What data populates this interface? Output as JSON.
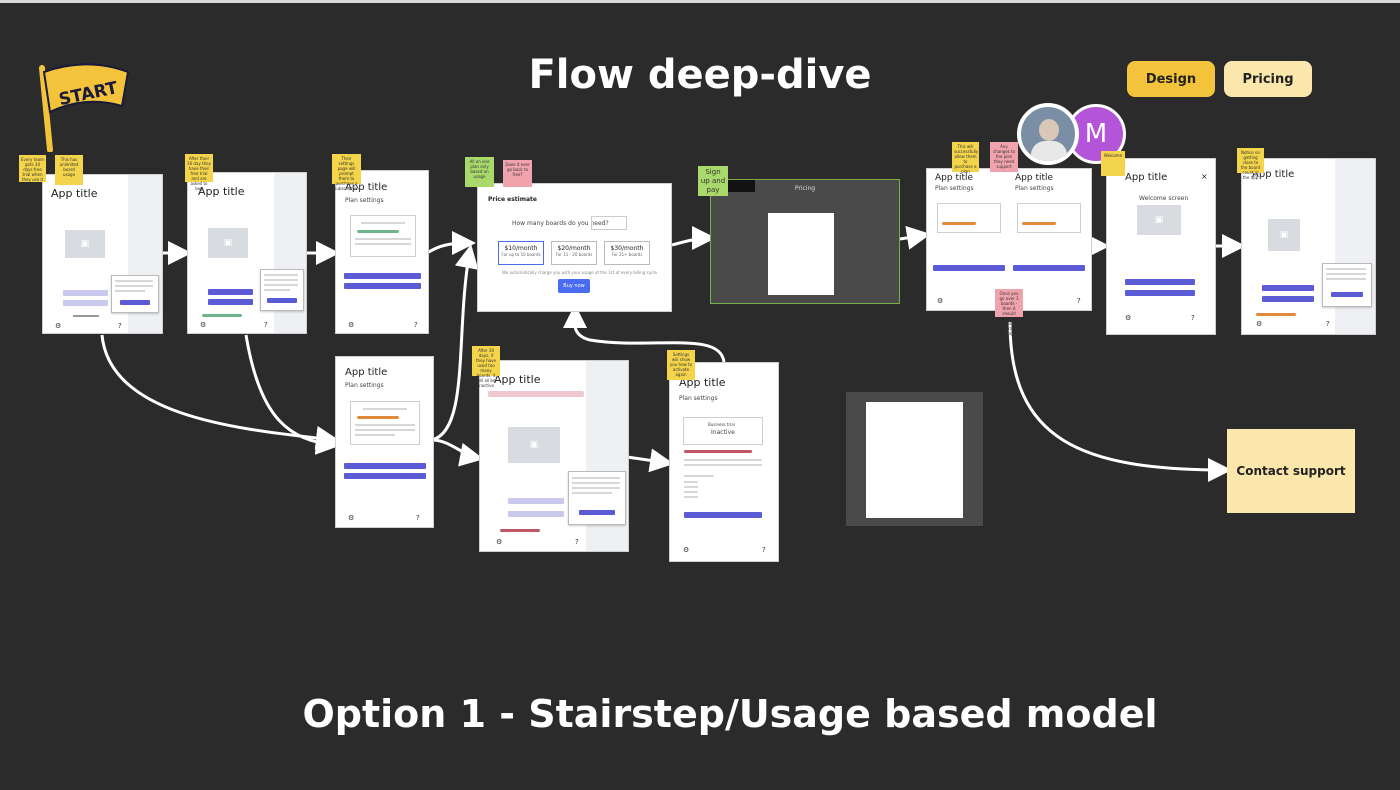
{
  "board": {
    "title_top": "Flow deep-dive",
    "title_bottom": "Option 1 - Stairstep/Usage based model",
    "tags": {
      "design": "Design",
      "pricing": "Pricing"
    },
    "start_flag": "START",
    "contact_support": "Contact support",
    "avatar_initial": "M"
  },
  "frames": {
    "app_title": "App title",
    "plan_settings": "Plan settings",
    "welcome_screen": "Welcome screen",
    "price_estimate": {
      "title": "Price estimate",
      "question": "How many boards do you need?",
      "tiers": [
        {
          "price": "$10/month",
          "desc": "For up to 10 boards"
        },
        {
          "price": "$20/month",
          "desc": "For 11 - 20 boards"
        },
        {
          "price": "$30/month",
          "desc": "For 21+ boards"
        }
      ],
      "note": "We automatically charge you with your usage at the 1st of every billing cycle",
      "buy_label": "Buy now"
    },
    "pricing_modal_title": "Pricing",
    "inactive_label": "Inactive",
    "business_trial": "Business trial"
  },
  "stickies": {
    "s1": "Every team gets 30 days free trial when they use it",
    "s2": "This has unlimited board usage",
    "s3": "After their 30 day they have their free trial and are asked to buy",
    "s4": "Their settings page will prompt them to purchase a subscription",
    "s5": "All on one plan only based on usage",
    "s6": "Does it ever go back to free?",
    "s7": "Sign up and pay",
    "s8": "After 30 days, if they have used too many boards, it will all be inactive",
    "s9": "Settings will show you how to activate again",
    "s10": "This will successfully allow them to purchase a plan",
    "s11": "Any changes to the plan they need support",
    "s12": "Once you go over 3 boards - then it should show upgrade to upgrade only",
    "s13": "Welcome",
    "s14": "Notice on getting close to the board count in the app"
  }
}
